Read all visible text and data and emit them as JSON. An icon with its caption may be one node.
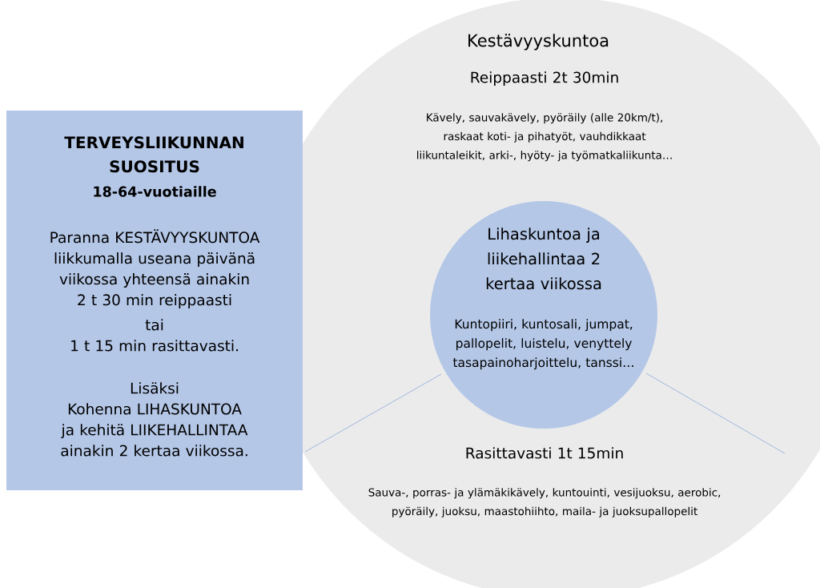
{
  "diagram": {
    "nodes": [
      {
        "text": [
          "TERVEYSLIIKUNNAN SUOSITUS",
          "18-64-vuotiaille",
          "Paranna KESTÄVYYSKUNTOA liikkumalla useana päivänä viikossa yhteensä ainakin 2 t 30 min reippaasti",
          "tai",
          "1 t 15 min rasittavasti.",
          "Lisäksi",
          "Kohenna LIHASKUNTOA ja kehitä LIIKEHALLINTAA ainakin 2 kertaa viikossa."
        ]
      },
      {
        "text": [
          "Kestävyyskuntoa",
          "Reippaasti 2t 30min",
          "Kävely, sauvakävely, pyöräily (alle 20km/t), raskaat koti- ja pihatyöt, vauhdikkaat liikuntaleikit, arki-, hyöty- ja työmatkaliikunta…",
          "Rasittavasti 1t 15min",
          "Sauva-, porras- ja ylämäkikävely, kuntouinti, vesijuoksu, aerobic, pyöräily, juoksu, maastohiihto, maila- ja juoksupallopelit"
        ]
      },
      {
        "text": [
          "Lihaskuntoa ja liikehallintaa 2 kertaa viikossa",
          "Kuntopiiri, kuntosali, jumpat, pallopelit, luistelu, venyttely tasapainoharjoittelu, tanssi…"
        ],
        "in": 1
      }
    ]
  }
}
